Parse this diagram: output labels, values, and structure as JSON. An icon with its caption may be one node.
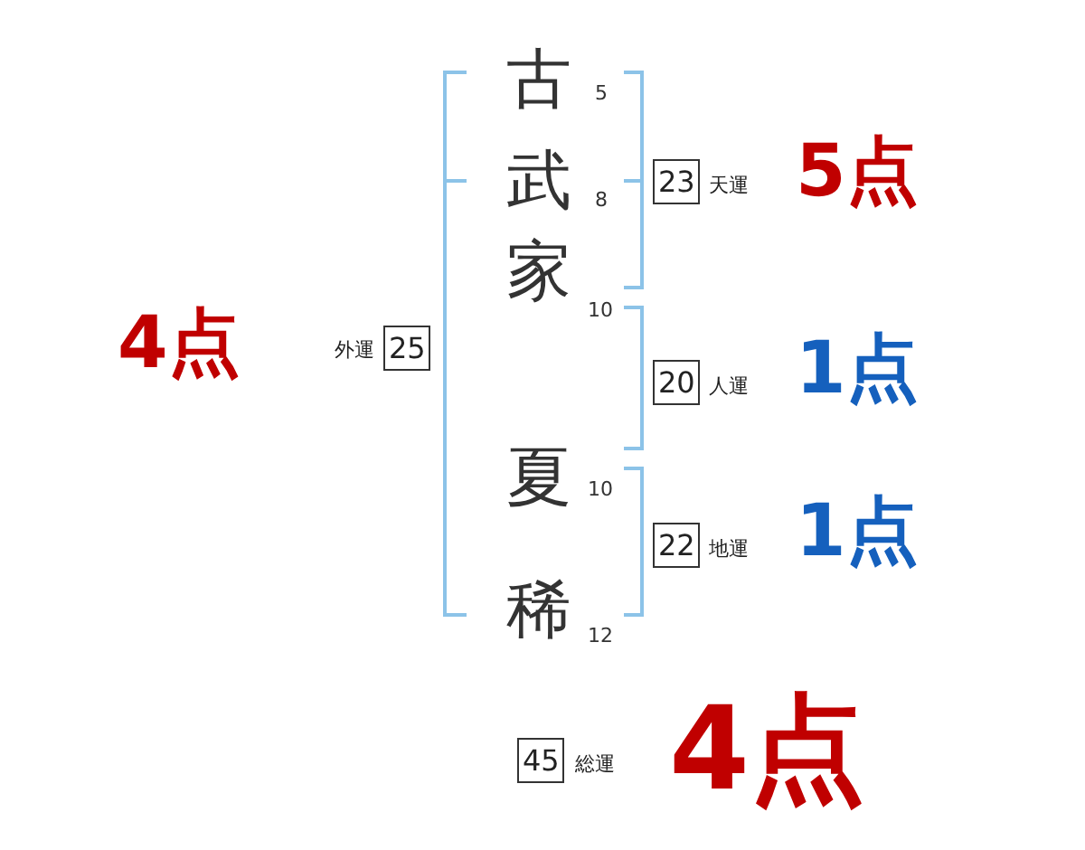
{
  "diagram": {
    "nodes": [
      {
        "text": [
          "23"
        ],
        "beside": [
          "天運",
          "5点"
        ]
      },
      {
        "text": [
          "25"
        ],
        "beside": [
          "外運",
          "4点"
        ]
      },
      {
        "text": [
          "20"
        ],
        "beside": [
          "人運",
          "1点"
        ]
      },
      {
        "text": [
          "22"
        ],
        "beside": [
          "地運",
          "1点"
        ]
      },
      {
        "text": [
          "45"
        ],
        "beside": [
          "総運",
          "4点"
        ]
      }
    ],
    "labels": [
      "古",
      "5",
      "武",
      "8",
      "家",
      "10",
      "夏",
      "10",
      "稀",
      "12"
    ]
  }
}
